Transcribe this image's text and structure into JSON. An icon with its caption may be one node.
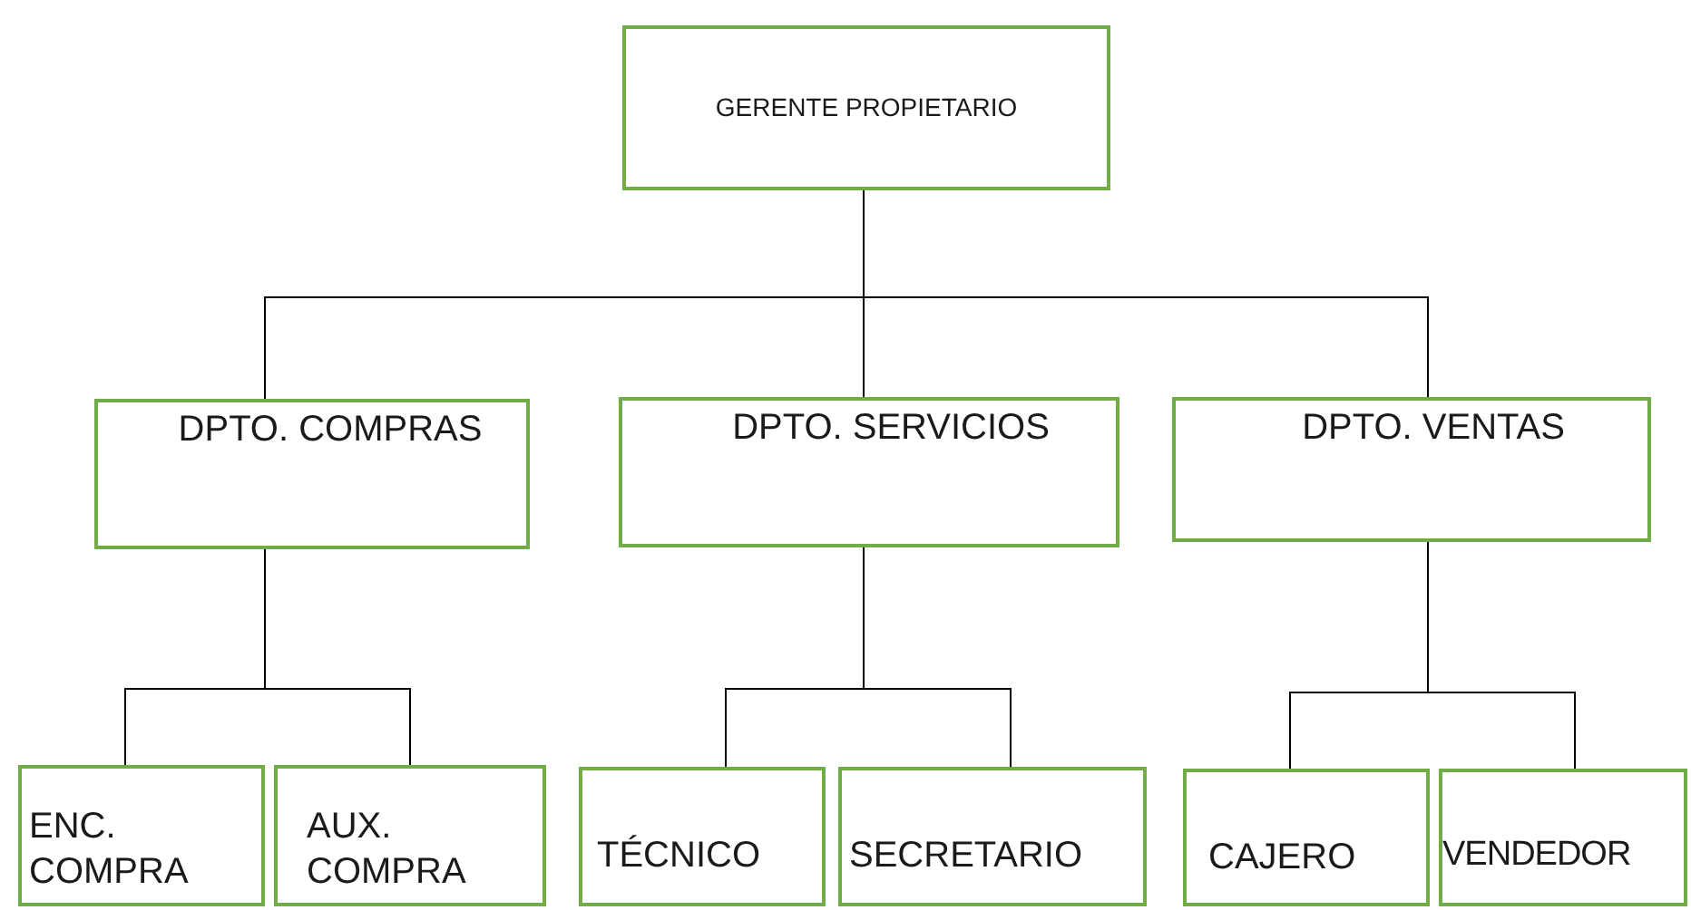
{
  "diagram": {
    "nodes": [
      {
        "text": [
          "GERENTE PROPIETARIO"
        ]
      },
      {
        "text": [
          "DPTO. COMPRAS"
        ]
      },
      {
        "text": [
          "DPTO. SERVICIOS"
        ]
      },
      {
        "text": [
          "DPTO. VENTAS"
        ]
      },
      {
        "text": [
          "ENC. COMPRA"
        ]
      },
      {
        "text": [
          "AUX. COMPRA"
        ]
      },
      {
        "text": [
          "TÉCNICO"
        ]
      },
      {
        "text": [
          "SECRETARIO"
        ]
      },
      {
        "text": [
          "CAJERO"
        ]
      },
      {
        "text": [
          "VENDEDOR"
        ]
      }
    ],
    "edges": [
      {
        "from": 0,
        "to": 1,
        "arrow": "none"
      },
      {
        "from": 0,
        "to": 2,
        "arrow": "none"
      },
      {
        "from": 0,
        "to": 3,
        "arrow": "none"
      },
      {
        "from": 1,
        "to": 4,
        "arrow": "none"
      },
      {
        "from": 1,
        "to": 5,
        "arrow": "none"
      },
      {
        "from": 2,
        "to": 6,
        "arrow": "none"
      },
      {
        "from": 2,
        "to": 7,
        "arrow": "none"
      },
      {
        "from": 3,
        "to": 8,
        "arrow": "none"
      },
      {
        "from": 3,
        "to": 9,
        "arrow": "none"
      }
    ]
  }
}
